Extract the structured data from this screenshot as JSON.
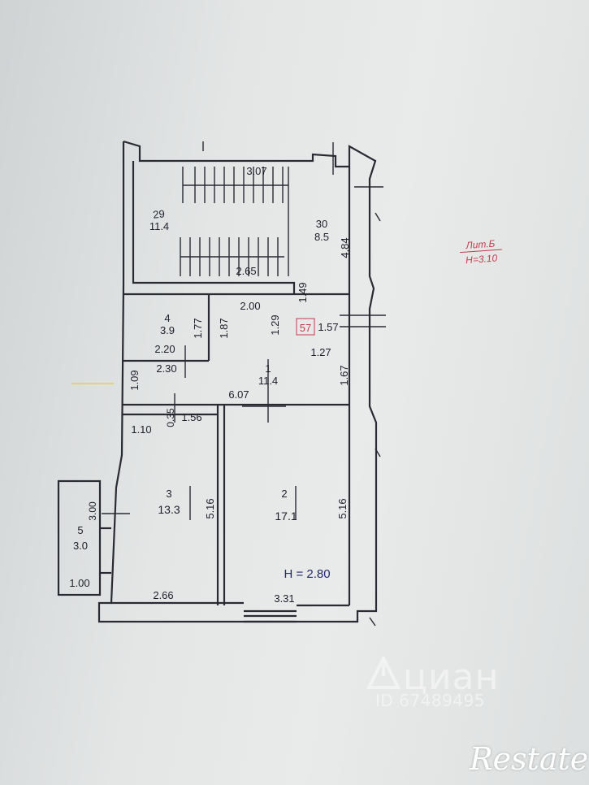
{
  "plan": {
    "rooms": [
      {
        "num": "29",
        "area": "11.4"
      },
      {
        "num": "30",
        "area": "8.5"
      },
      {
        "num": "4",
        "area": "3.9"
      },
      {
        "num": "1",
        "area": "11.4"
      },
      {
        "num": "3",
        "area": "13.3"
      },
      {
        "num": "2",
        "area": "17.1"
      },
      {
        "num": "5",
        "area": "3.0"
      }
    ],
    "dims": [
      "3.07",
      "2.65",
      "4.84",
      "2.00",
      "1.49",
      "1.29",
      "1.57",
      "1.27",
      "1.77",
      "1.87",
      "2.20",
      "2.30",
      "1.09",
      "6.07",
      "1.67",
      "0.35",
      "1.56",
      "1.10",
      "5.16",
      "5.16",
      "3.00",
      "1.00",
      "2.66",
      "3.31"
    ],
    "tag_57": "57",
    "height_main": "H = 2.80",
    "stamp_line1": "Лит.Б",
    "stamp_line2": "H=3.10"
  },
  "watermark": {
    "text": "циан",
    "id": "ID 67489495"
  },
  "brand": "Restate",
  "colors": {
    "ink": "#1e1e2a",
    "red": "#c43c4c",
    "blue": "#23286b"
  }
}
